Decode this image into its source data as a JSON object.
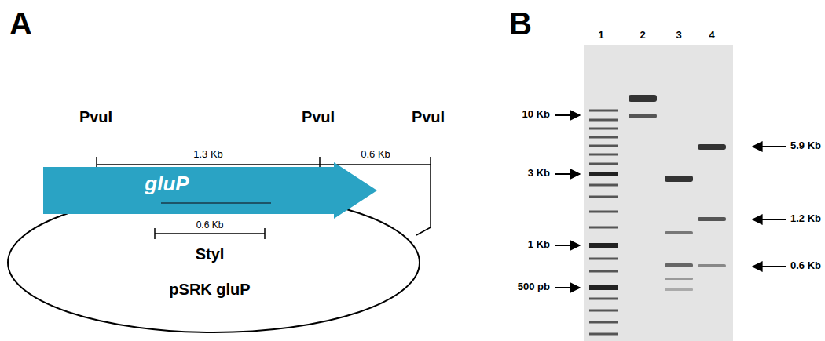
{
  "diagram": {
    "nodes": [
      {
        "text": [
          "gluP"
        ]
      }
    ],
    "labels": [
      "A",
      "B",
      "PvuI",
      "PvuI",
      "PvuI",
      "1.3 Kb",
      "0.6 Kb",
      "0.6 Kb",
      "StyI",
      "pSRK gluP",
      "1",
      "2",
      "3",
      "4",
      "10 Kb",
      "3 Kb",
      "1 Kb",
      "500 pb",
      "5.9 Kb",
      "1.2 Kb",
      "0.6 Kb"
    ]
  }
}
